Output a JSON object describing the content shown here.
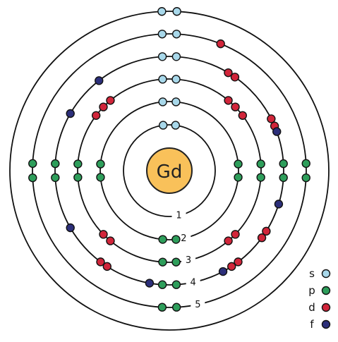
{
  "nucleus": {
    "symbol": "Gd",
    "color": "#f9c15a"
  },
  "shells": [
    {
      "number": "1",
      "electrons": [
        "s",
        "s"
      ]
    },
    {
      "number": "2",
      "electrons": [
        "s",
        "s",
        "p",
        "p",
        "p",
        "p",
        "p",
        "p"
      ]
    },
    {
      "number": "3",
      "electrons": [
        "s",
        "s",
        "p",
        "p",
        "p",
        "p",
        "p",
        "p",
        "d",
        "d",
        "d",
        "d",
        "d",
        "d",
        "d",
        "d",
        "d",
        "d"
      ]
    },
    {
      "number": "4",
      "electrons": [
        "s",
        "s",
        "p",
        "p",
        "p",
        "p",
        "p",
        "p",
        "d",
        "d",
        "d",
        "d",
        "d",
        "d",
        "d",
        "d",
        "d",
        "d",
        "f",
        "f",
        "f",
        "f",
        "f",
        "f",
        "f"
      ]
    },
    {
      "number": "5",
      "electrons": [
        "s",
        "s",
        "p",
        "p",
        "p",
        "p",
        "p",
        "p",
        "d"
      ]
    },
    {
      "number": "",
      "electrons": [
        "s",
        "s"
      ]
    }
  ],
  "legend": [
    {
      "label": "s",
      "color": "#a8d8ea"
    },
    {
      "label": "p",
      "color": "#2e9e5b"
    },
    {
      "label": "d",
      "color": "#d1253a"
    },
    {
      "label": "f",
      "color": "#2c2f7a"
    }
  ]
}
